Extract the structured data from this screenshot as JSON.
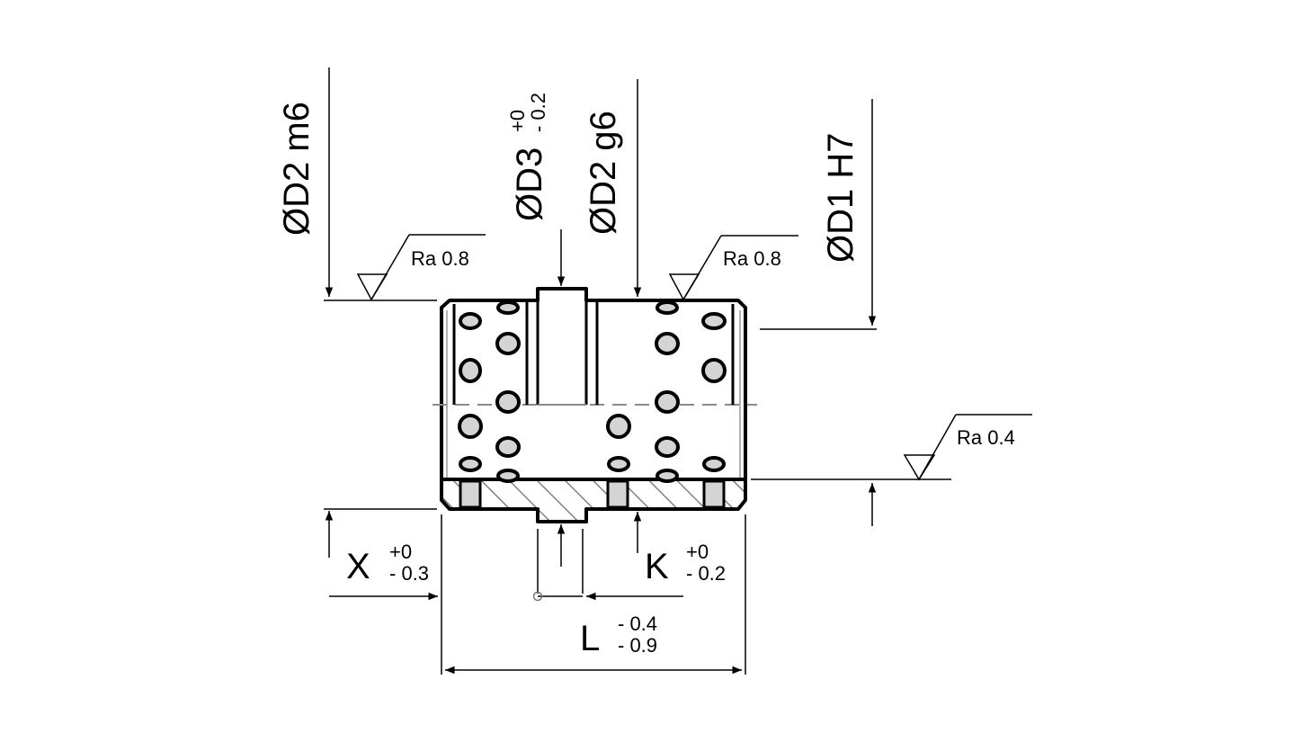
{
  "dimensions": {
    "d2_m6": "ØD2 m6",
    "d3": "ØD3",
    "d3_tol_upper": "+0",
    "d3_tol_lower": "- 0.2",
    "d2_g6": "ØD2 g6",
    "d1_h7": "ØD1 H7",
    "x": "X",
    "x_tol_upper": "+0",
    "x_tol_lower": "- 0.3",
    "k": "K",
    "k_tol_upper": "+0",
    "k_tol_lower": "- 0.2",
    "l": "L",
    "l_tol_upper": "- 0.4",
    "l_tol_lower": "- 0.9"
  },
  "surface_finish": {
    "outer_left": "Ra 0.8",
    "outer_right": "Ra 0.8",
    "bore": "Ra 0.4"
  },
  "colors": {
    "line": "#000000",
    "plug_fill": "#d4d4d4",
    "hatch": "#6b6b6b",
    "hidden": "#8a8a8a"
  }
}
